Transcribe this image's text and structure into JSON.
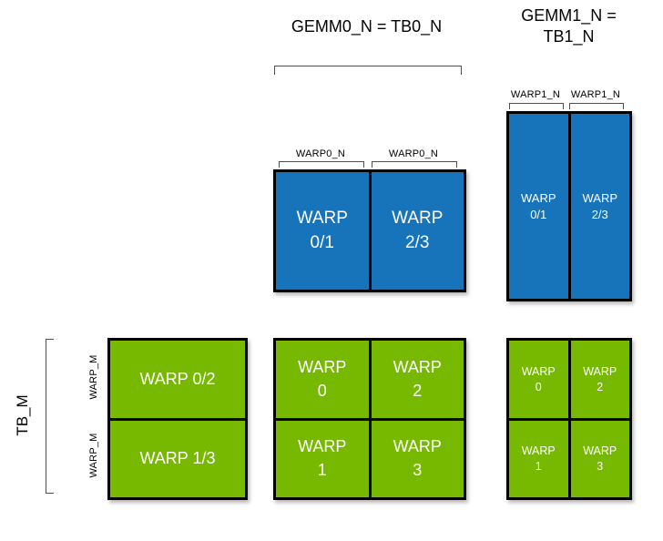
{
  "colors": {
    "blue": "#1774BB",
    "green": "#76B900",
    "border": "#000000",
    "text_on_block": "#FFFFFF"
  },
  "headers": {
    "gemm0": "GEMM0_N = TB0_N",
    "gemm1_line1": "GEMM1_N =",
    "gemm1_line2": "TB1_N"
  },
  "axis_labels": {
    "warp0_n_left": "WARP0_N",
    "warp0_n_right": "WARP0_N",
    "warp1_n_left": "WARP1_N",
    "warp1_n_right": "WARP1_N",
    "warp_m_top": "WARP_M",
    "warp_m_bottom": "WARP_M",
    "tb_m": "TB_M"
  },
  "blocks": {
    "gemm0_b": {
      "cells": [
        {
          "l1": "WARP",
          "l2": "0/1"
        },
        {
          "l1": "WARP",
          "l2": "2/3"
        }
      ]
    },
    "gemm1_b": {
      "cells": [
        {
          "l1": "WARP",
          "l2": "0/1"
        },
        {
          "l1": "WARP",
          "l2": "2/3"
        }
      ]
    },
    "a_tile": {
      "cells": [
        {
          "l1": "WARP 0/2"
        },
        {
          "l1": "WARP 1/3"
        }
      ]
    },
    "gemm0_c": {
      "cells": [
        {
          "l1": "WARP",
          "l2": "0"
        },
        {
          "l1": "WARP",
          "l2": "2"
        },
        {
          "l1": "WARP",
          "l2": "1"
        },
        {
          "l1": "WARP",
          "l2": "3"
        }
      ]
    },
    "gemm1_c": {
      "cells": [
        {
          "l1": "WARP",
          "l2": "0"
        },
        {
          "l1": "WARP",
          "l2": "2"
        },
        {
          "l1": "WARP",
          "l2": "1"
        },
        {
          "l1": "WARP",
          "l2": "3"
        }
      ]
    }
  }
}
